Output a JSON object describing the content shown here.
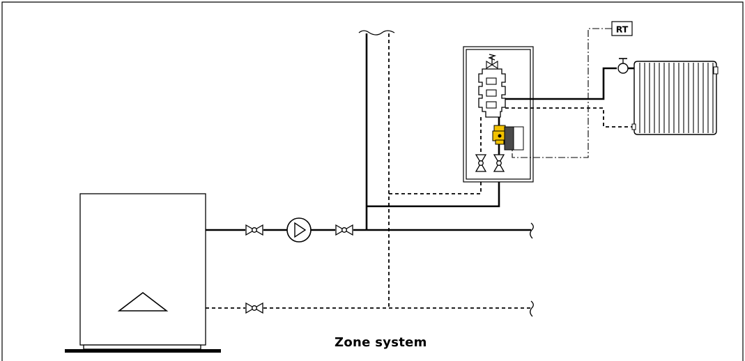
{
  "diagram": {
    "caption": "Zone system",
    "thermostat_label": "RT",
    "colors": {
      "line": "#000000",
      "background": "#ffffff",
      "zone_valve_body": "#f2c200",
      "actuator": "#4a4a4a"
    },
    "components": {
      "boiler": "boiler",
      "circulator": "pump",
      "valves": "isolation-valve",
      "manifold": "zone-manifold",
      "radiator": "radiator",
      "thermostat": "room-thermostat"
    }
  }
}
